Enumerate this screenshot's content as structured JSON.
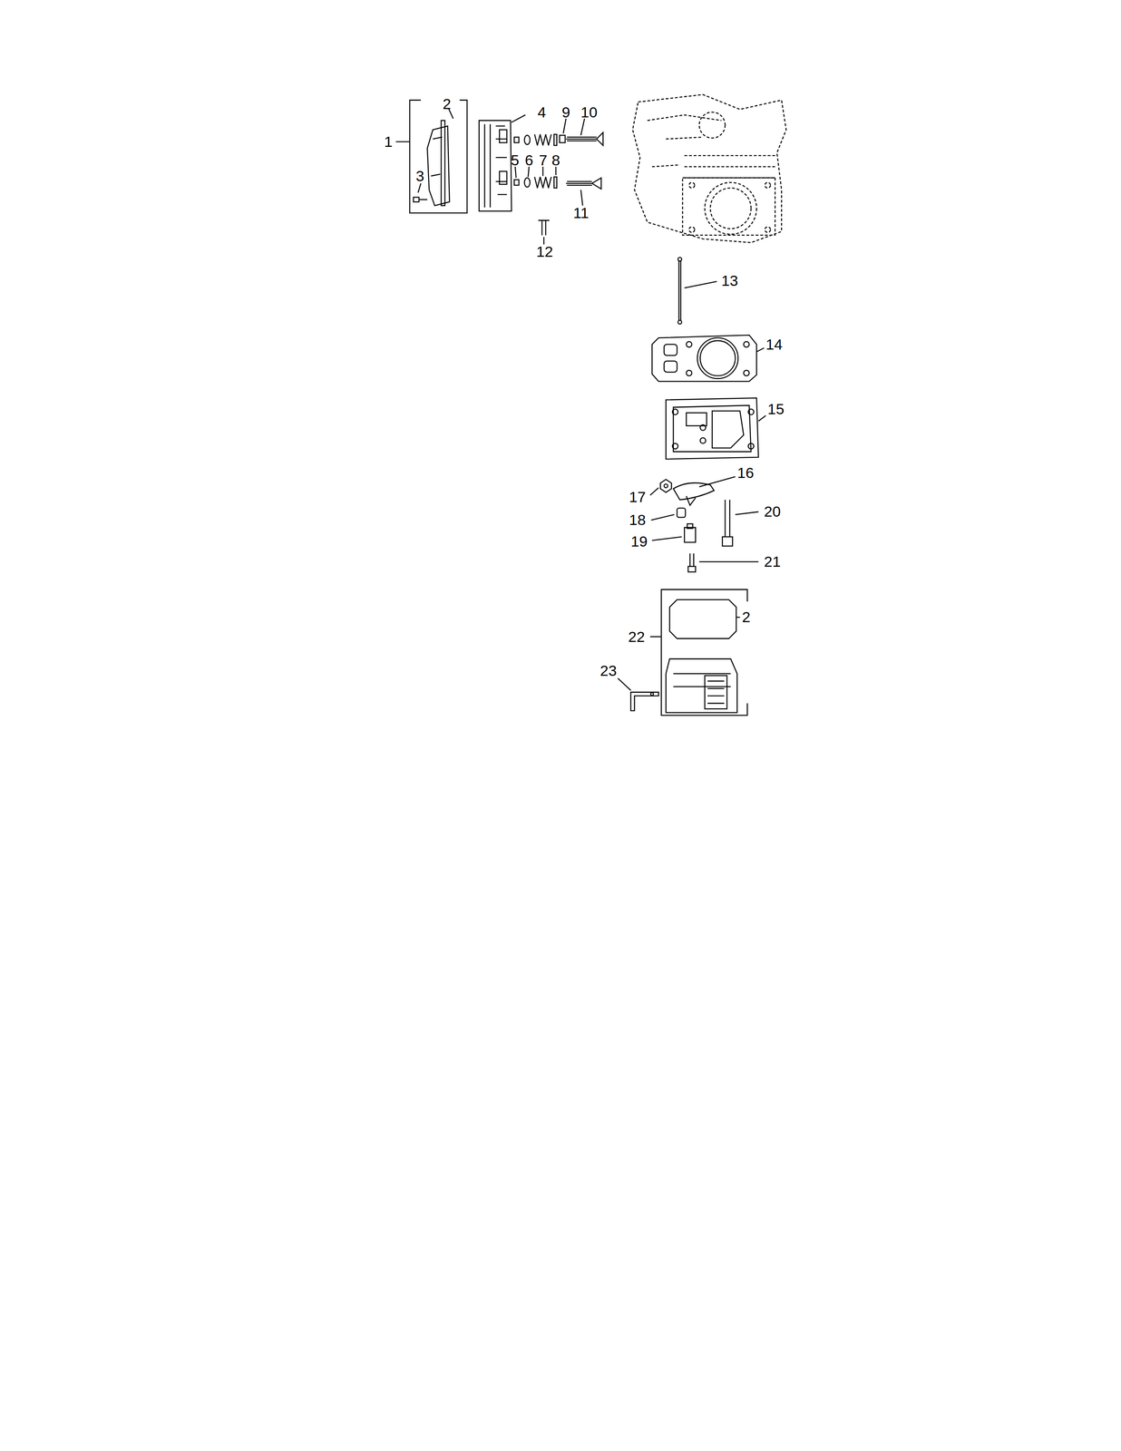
{
  "diagram": {
    "labels": [
      "2",
      "4",
      "9",
      "10",
      "1",
      "3",
      "5",
      "6",
      "7",
      "8",
      "11",
      "12",
      "13",
      "14",
      "15",
      "16",
      "17",
      "18",
      "20",
      "19",
      "21",
      "2",
      "22",
      "23"
    ]
  }
}
